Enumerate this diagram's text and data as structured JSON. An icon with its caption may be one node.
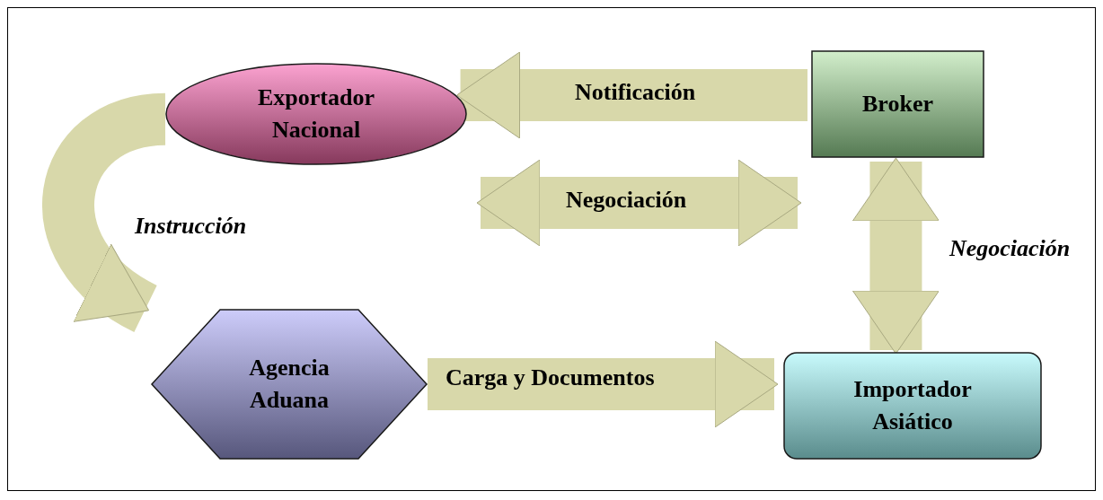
{
  "diagram": {
    "nodes": [
      {
        "text": [
          "Exportador Nacional"
        ]
      },
      {
        "text": [
          "Broker"
        ]
      },
      {
        "text": [
          "Agencia Aduana"
        ]
      },
      {
        "text": [
          "Importador Asiático"
        ]
      }
    ],
    "edges": [
      {
        "from": 1,
        "to": 0,
        "arrow": "to",
        "label": "Notificación"
      },
      {
        "from": 0,
        "to": 1,
        "arrow": "both",
        "label": "Negociación"
      },
      {
        "from": 1,
        "to": 3,
        "arrow": "both",
        "label": "Negociación"
      },
      {
        "from": 0,
        "to": 2,
        "arrow": "to",
        "label": "Instrucción"
      },
      {
        "from": 2,
        "to": 3,
        "arrow": "to",
        "label": "Carga y Documentos"
      }
    ]
  }
}
